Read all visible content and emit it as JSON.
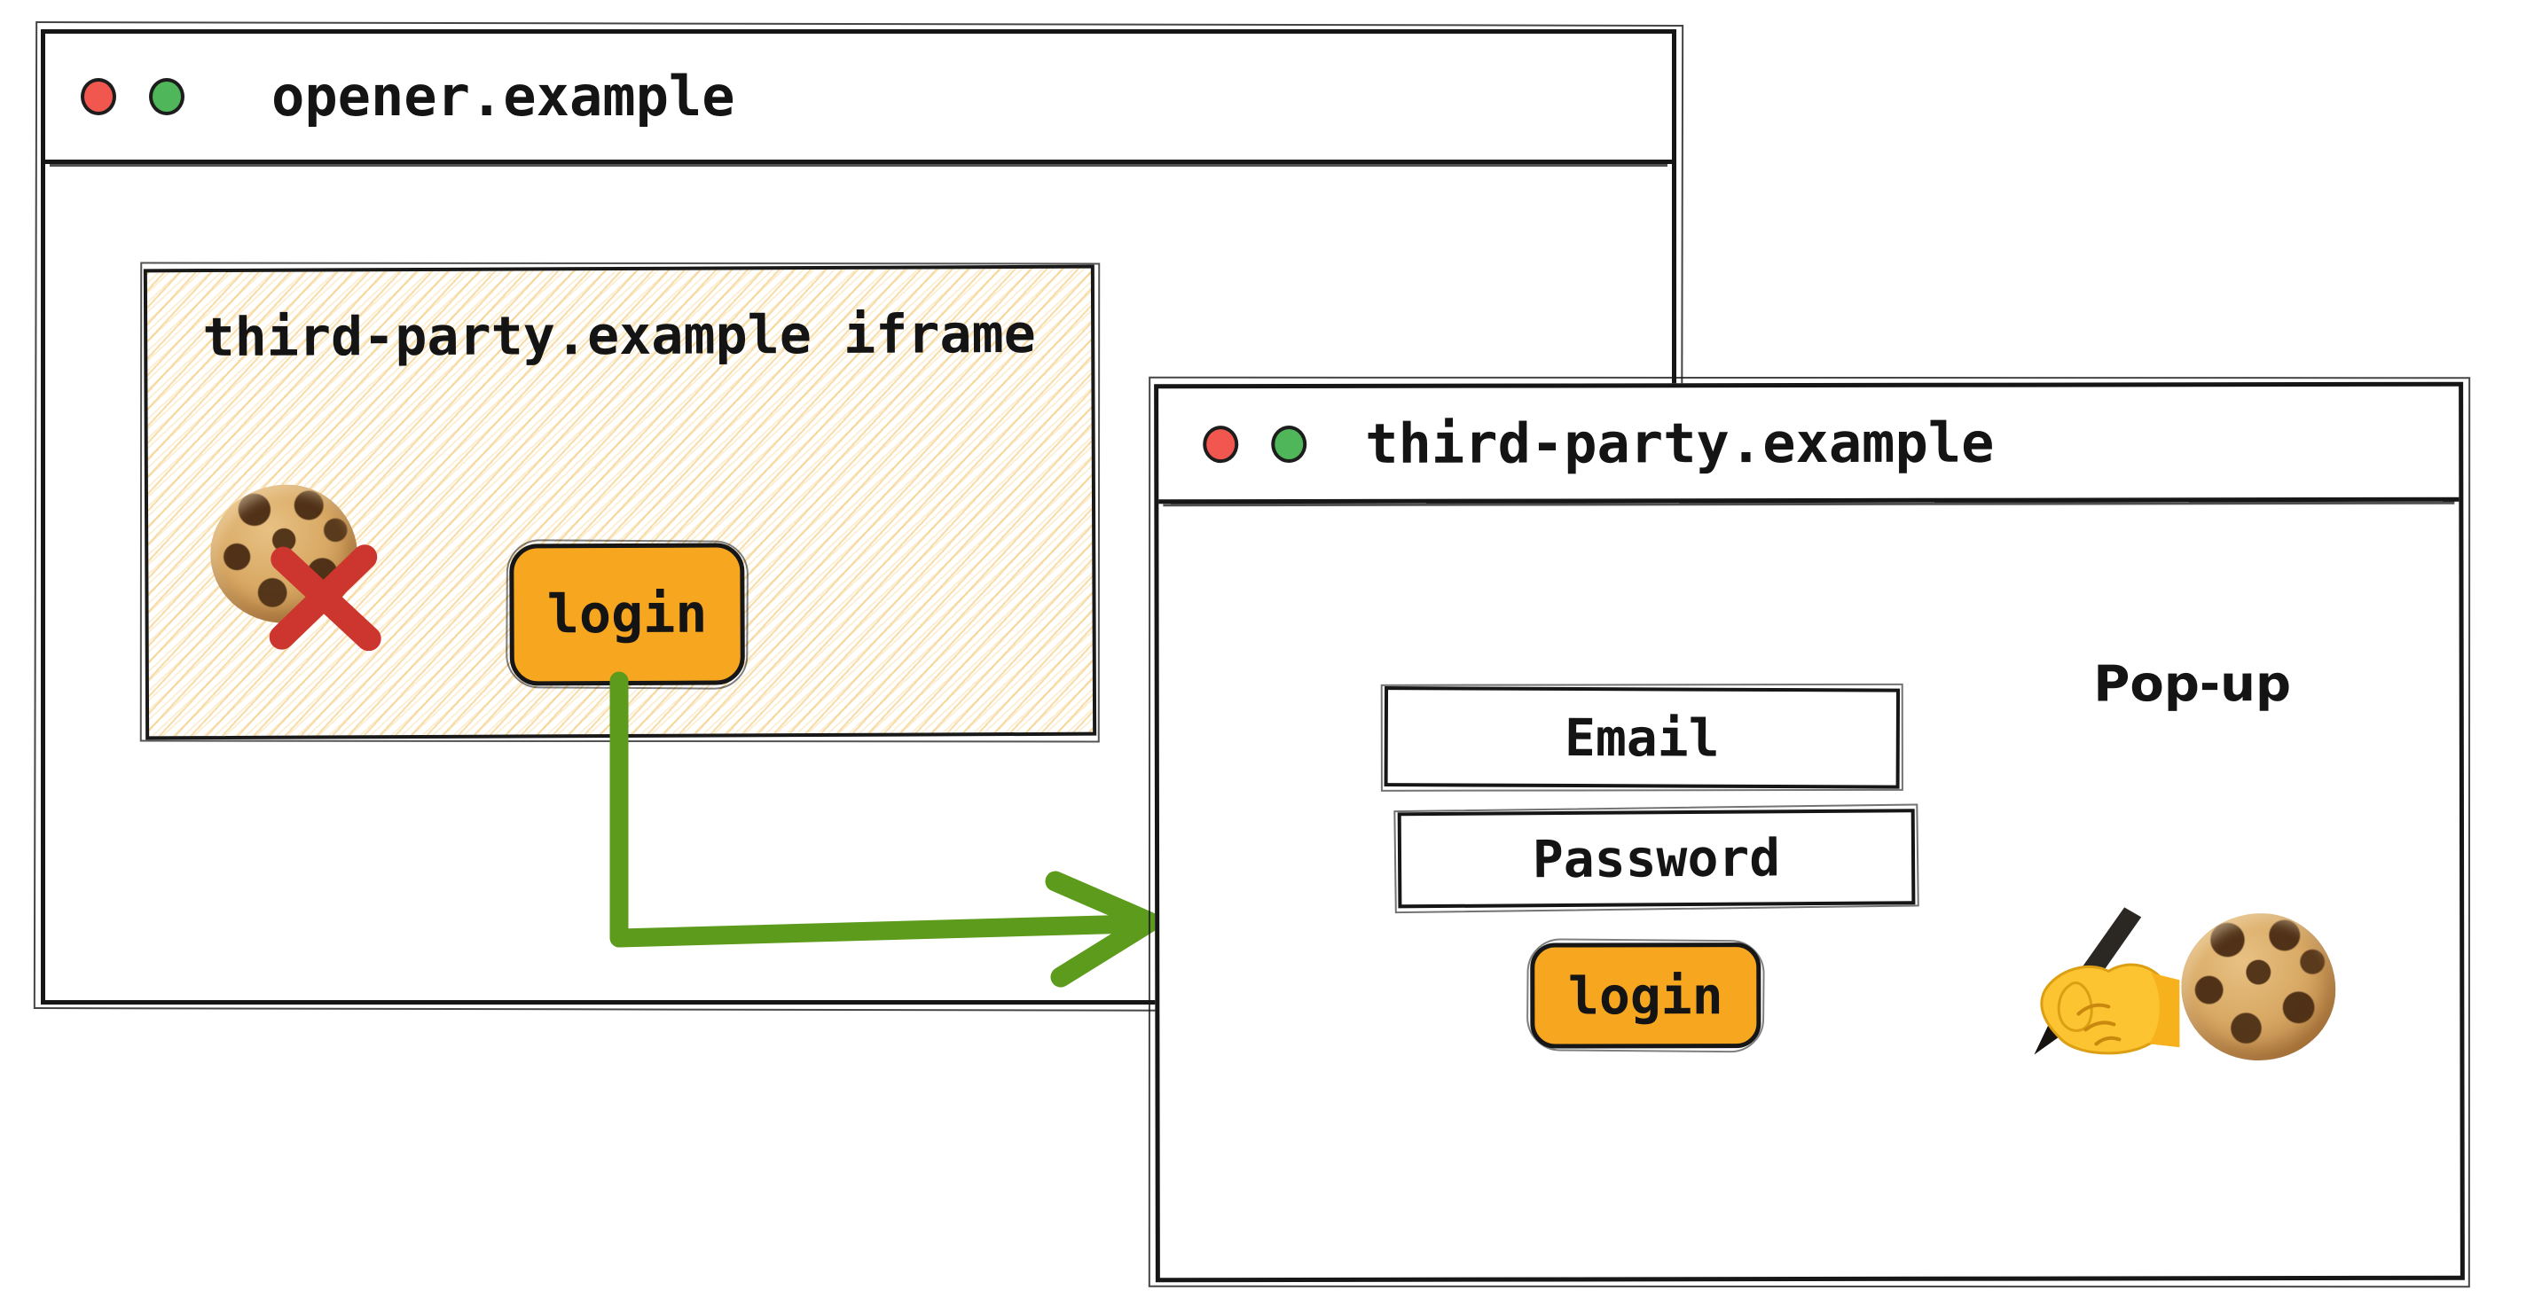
{
  "opener_window": {
    "title": "opener.example",
    "iframe": {
      "caption": "third-party.example iframe",
      "login_button": "login",
      "cookie_icon": "cookie-blocked-red-cross"
    }
  },
  "popup_window": {
    "title": "third-party.example",
    "label": "Pop-up",
    "email_placeholder": "Email",
    "password_placeholder": "Password",
    "login_button": "login",
    "icons": [
      "writing-hand",
      "cookie"
    ]
  },
  "icons": {
    "flow_arrow": "login-click-to-popup-arrow",
    "traffic_lights": [
      "close",
      "minimize"
    ]
  },
  "colors": {
    "ink": "#161616",
    "button_orange": "#f7a61f",
    "arrow_green": "#5d9b1d",
    "cross_red": "#cd352f",
    "traffic_red": "#f2574f",
    "traffic_green": "#4fb65a",
    "hachure_yellow": "#f3c46a",
    "field_white": "#ffffff"
  }
}
